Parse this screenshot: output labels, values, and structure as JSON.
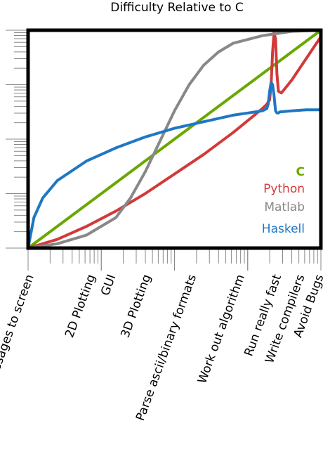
{
  "chart_data": {
    "type": "line",
    "title": "Difficulty Relative to C",
    "xlabel": "",
    "ylabel": "",
    "x_scale": "log",
    "y_scale": "log",
    "grid": false,
    "legend_position": "lower-right inside plot",
    "xlim": [
      0,
      1
    ],
    "ylim": [
      0,
      1
    ],
    "x_tick_labels": [
      {
        "label": "Print messages to screen",
        "x": 0.0
      },
      {
        "label": "2D Plotting",
        "x": 0.21
      },
      {
        "label": "GUI",
        "x": 0.28
      },
      {
        "label": "3D Plotting",
        "x": 0.4
      },
      {
        "label": "Parse ascii/binary formats",
        "x": 0.555
      },
      {
        "label": "Work out algorithm",
        "x": 0.72
      },
      {
        "label": "Run really fast",
        "x": 0.845
      },
      {
        "label": "Write compilers",
        "x": 0.925
      },
      {
        "label": "Avoid Bugs",
        "x": 0.99
      }
    ],
    "series": [
      {
        "name": "C",
        "color": "#6aa800",
        "x": [
          0,
          1
        ],
        "y": [
          0,
          1
        ]
      },
      {
        "name": "Python",
        "color": "#d23a3a",
        "x": [
          0,
          0.1,
          0.2,
          0.3,
          0.4,
          0.5,
          0.6,
          0.7,
          0.75,
          0.8,
          0.815,
          0.825,
          0.83,
          0.835,
          0.84,
          0.845,
          0.85,
          0.855,
          0.865,
          0.9,
          1.0
        ],
        "y": [
          0,
          0.04,
          0.1,
          0.17,
          0.25,
          0.34,
          0.43,
          0.53,
          0.585,
          0.64,
          0.66,
          0.68,
          0.75,
          0.9,
          0.99,
          0.96,
          0.8,
          0.72,
          0.712,
          0.77,
          0.97
        ]
      },
      {
        "name": "Matlab",
        "color": "#888888",
        "x": [
          0,
          0.1,
          0.2,
          0.3,
          0.35,
          0.4,
          0.45,
          0.5,
          0.55,
          0.6,
          0.65,
          0.7,
          0.8,
          0.9,
          1.0
        ],
        "y": [
          0,
          0.02,
          0.06,
          0.14,
          0.23,
          0.35,
          0.49,
          0.63,
          0.75,
          0.84,
          0.9,
          0.94,
          0.975,
          0.995,
          1.0
        ]
      },
      {
        "name": "Haskell",
        "color": "#1f77c4",
        "x": [
          0,
          0.02,
          0.05,
          0.1,
          0.2,
          0.3,
          0.4,
          0.5,
          0.6,
          0.7,
          0.75,
          0.8,
          0.815,
          0.82,
          0.825,
          0.83,
          0.835,
          0.84,
          0.845,
          0.85,
          0.855,
          0.86,
          0.9,
          0.95,
          1.0
        ],
        "y": [
          0,
          0.14,
          0.23,
          0.31,
          0.4,
          0.46,
          0.51,
          0.55,
          0.58,
          0.61,
          0.62,
          0.63,
          0.64,
          0.66,
          0.72,
          0.76,
          0.75,
          0.7,
          0.63,
          0.62,
          0.62,
          0.625,
          0.63,
          0.635,
          0.635
        ]
      }
    ]
  }
}
